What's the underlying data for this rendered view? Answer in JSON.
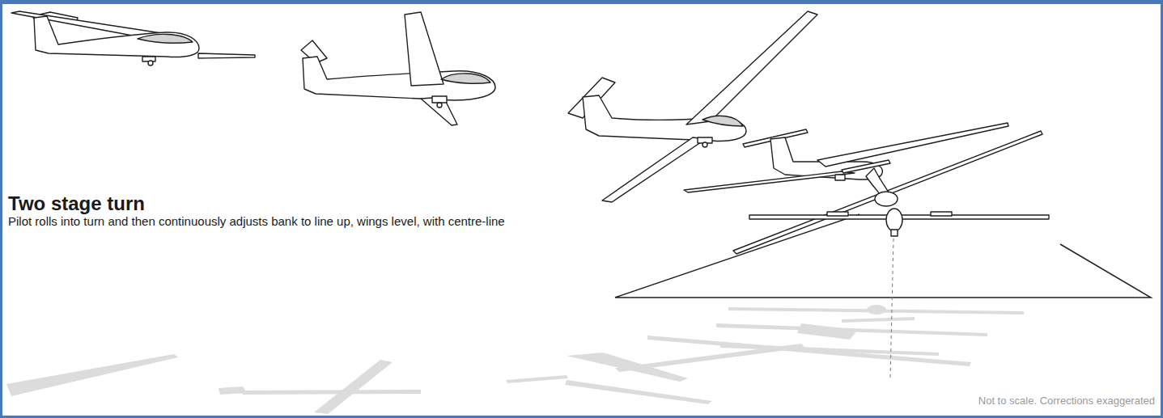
{
  "diagram": {
    "title": "Two stage turn",
    "caption": "Pilot rolls into turn and then continuously adjusts bank to line up, wings level, with centre-line",
    "labels": [
      "Not to scale. Corrections exaggerated"
    ]
  }
}
